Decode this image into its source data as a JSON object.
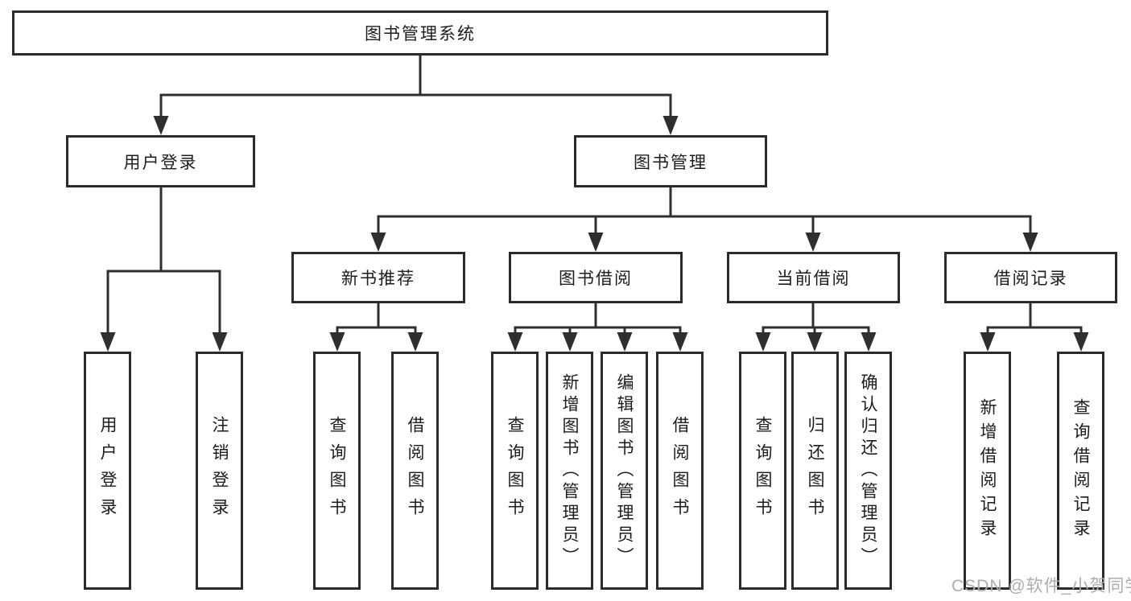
{
  "tree": {
    "label": "图书管理系统",
    "children": [
      {
        "label": "用户登录",
        "children": [
          {
            "label": "用户登录"
          },
          {
            "label": "注销登录"
          }
        ]
      },
      {
        "label": "图书管理",
        "children": [
          {
            "label": "新书推荐",
            "children": [
              {
                "label": "查询图书"
              },
              {
                "label": "借阅图书"
              }
            ]
          },
          {
            "label": "图书借阅",
            "children": [
              {
                "label": "查询图书"
              },
              {
                "label": "新增图书（管理员）"
              },
              {
                "label": "编辑图书（管理员）"
              },
              {
                "label": "借阅图书"
              }
            ]
          },
          {
            "label": "当前借阅",
            "children": [
              {
                "label": "查询图书"
              },
              {
                "label": "归还图书"
              },
              {
                "label": "确认归还（管理员）"
              }
            ]
          },
          {
            "label": "借阅记录",
            "children": [
              {
                "label": "新增借阅记录"
              },
              {
                "label": "查询借阅记录"
              }
            ]
          }
        ]
      }
    ]
  },
  "watermark": "CSDN @软件_小贺同学",
  "colors": {
    "background": "#ffffff",
    "box_border": "#2b2b2b",
    "connector": "#2f2f2f",
    "text": "#1c1c1c",
    "watermark": "#adadad"
  }
}
